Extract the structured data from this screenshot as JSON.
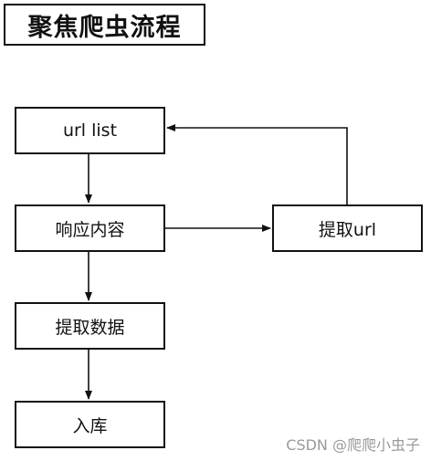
{
  "title": "聚焦爬虫流程",
  "nodes": {
    "url_list": "url list",
    "response": "响应内容",
    "extract_url": "提取url",
    "extract_data": "提取数据",
    "storage": "入库"
  },
  "watermark": "CSDN @爬爬小虫子",
  "colors": {
    "line": "#111111",
    "watermark": "#9a9a9a"
  }
}
